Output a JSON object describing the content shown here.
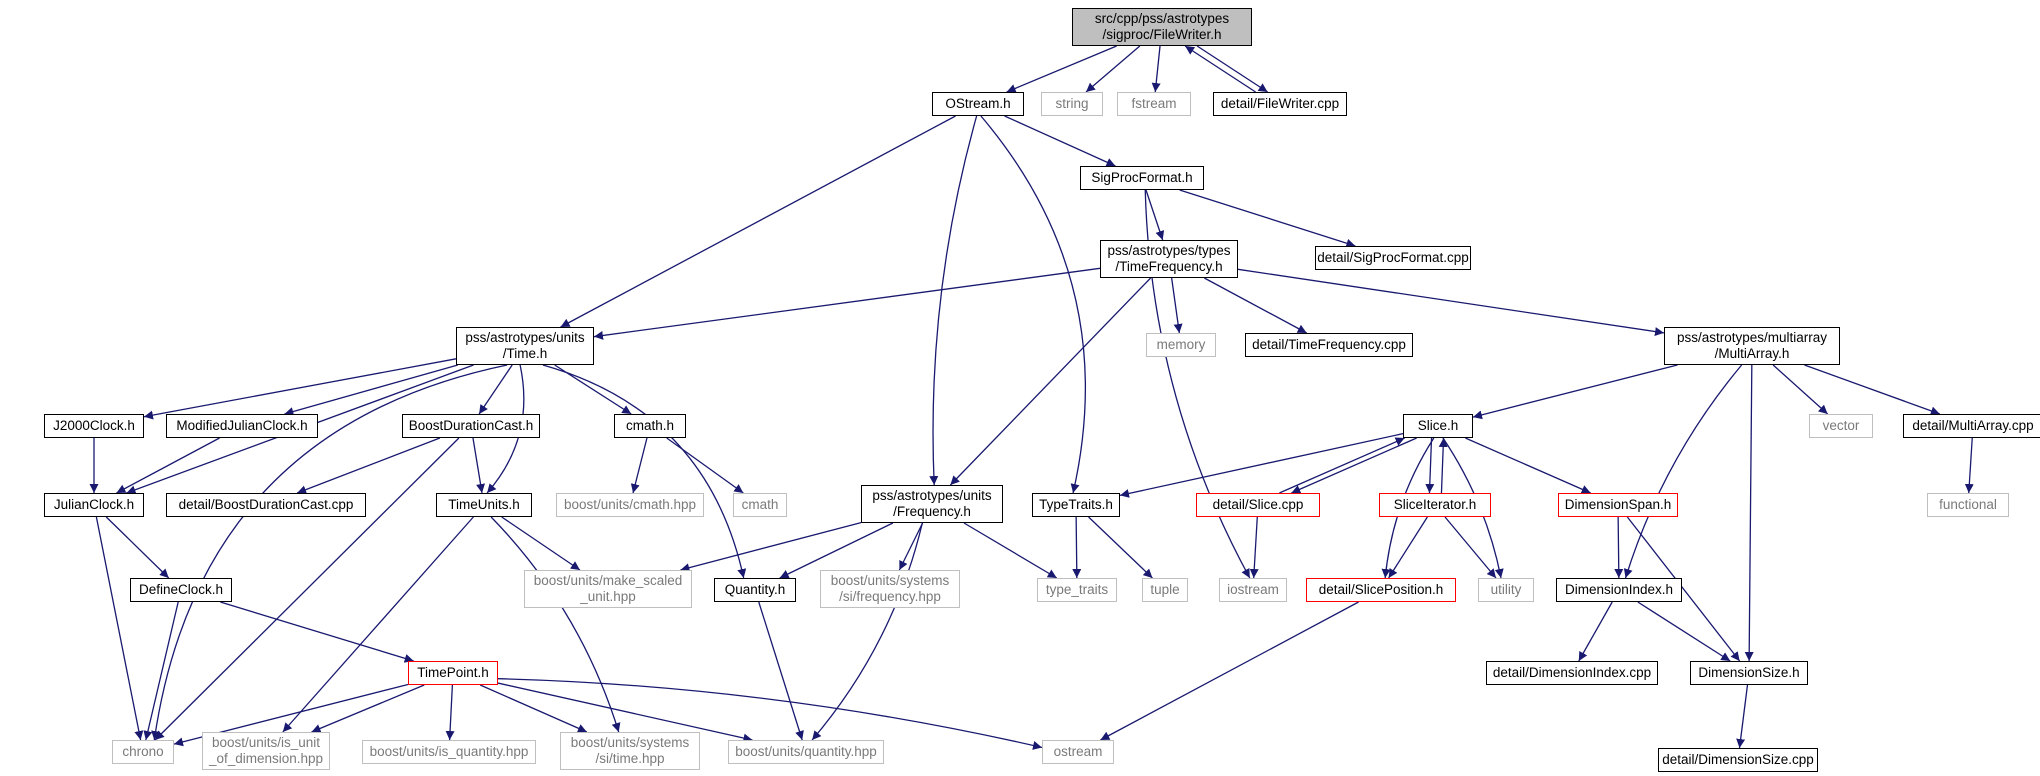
{
  "diagram": {
    "kind": "include-dependency-graph",
    "edge_color": "#191970",
    "node_style_colors": {
      "root_fill": "#bfbfbf",
      "documented_border": "#000000",
      "external_border": "#bfbfbf",
      "external_text": "#7a7a7a",
      "truncated_border": "#ff0000"
    },
    "nodes": [
      {
        "id": "filewriter_h",
        "label": "src/cpp/pss/astrotypes\n/sigproc/FileWriter.h",
        "style": "root"
      },
      {
        "id": "ostream_h",
        "label": "OStream.h",
        "style": "documented"
      },
      {
        "id": "string",
        "label": "string",
        "style": "external"
      },
      {
        "id": "fstream",
        "label": "fstream",
        "style": "external"
      },
      {
        "id": "filewriter_cpp",
        "label": "detail/FileWriter.cpp",
        "style": "documented"
      },
      {
        "id": "sigprocformat_h",
        "label": "SigProcFormat.h",
        "style": "documented"
      },
      {
        "id": "sigprocformat_cpp",
        "label": "detail/SigProcFormat.cpp",
        "style": "documented"
      },
      {
        "id": "timefrequency_h",
        "label": "pss/astrotypes/types\n/TimeFrequency.h",
        "style": "documented"
      },
      {
        "id": "time_h",
        "label": "pss/astrotypes/units\n/Time.h",
        "style": "documented"
      },
      {
        "id": "memory",
        "label": "memory",
        "style": "external"
      },
      {
        "id": "timefrequency_cpp",
        "label": "detail/TimeFrequency.cpp",
        "style": "documented"
      },
      {
        "id": "multiarray_h",
        "label": "pss/astrotypes/multiarray\n/MultiArray.h",
        "style": "documented"
      },
      {
        "id": "j2000clock_h",
        "label": "J2000Clock.h",
        "style": "documented"
      },
      {
        "id": "modjulianclock_h",
        "label": "ModifiedJulianClock.h",
        "style": "documented"
      },
      {
        "id": "boostdurationcast_h",
        "label": "BoostDurationCast.h",
        "style": "documented"
      },
      {
        "id": "cmath_h",
        "label": "cmath.h",
        "style": "documented"
      },
      {
        "id": "slice_h",
        "label": "Slice.h",
        "style": "documented"
      },
      {
        "id": "vector",
        "label": "vector",
        "style": "external"
      },
      {
        "id": "multiarray_cpp",
        "label": "detail/MultiArray.cpp",
        "style": "documented"
      },
      {
        "id": "julianclock_h",
        "label": "JulianClock.h",
        "style": "documented"
      },
      {
        "id": "boostdurationcast_cpp",
        "label": "detail/BoostDurationCast.cpp",
        "style": "documented"
      },
      {
        "id": "timeunits_h",
        "label": "TimeUnits.h",
        "style": "documented"
      },
      {
        "id": "boost_cmath_hpp",
        "label": "boost/units/cmath.hpp",
        "style": "external"
      },
      {
        "id": "cmath",
        "label": "cmath",
        "style": "external"
      },
      {
        "id": "frequency_h",
        "label": "pss/astrotypes/units\n/Frequency.h",
        "style": "documented"
      },
      {
        "id": "typetraits_h",
        "label": "TypeTraits.h",
        "style": "documented"
      },
      {
        "id": "slice_cpp",
        "label": "detail/Slice.cpp",
        "style": "truncated"
      },
      {
        "id": "sliceiterator_h",
        "label": "SliceIterator.h",
        "style": "truncated"
      },
      {
        "id": "dimensionspan_h",
        "label": "DimensionSpan.h",
        "style": "truncated"
      },
      {
        "id": "functional",
        "label": "functional",
        "style": "external"
      },
      {
        "id": "defineclock_h",
        "label": "DefineClock.h",
        "style": "documented"
      },
      {
        "id": "make_scaled_unit_hpp",
        "label": "boost/units/make_scaled\n_unit.hpp",
        "style": "external"
      },
      {
        "id": "quantity_h",
        "label": "Quantity.h",
        "style": "documented"
      },
      {
        "id": "si_frequency_hpp",
        "label": "boost/units/systems\n/si/frequency.hpp",
        "style": "external"
      },
      {
        "id": "type_traits",
        "label": "type_traits",
        "style": "external"
      },
      {
        "id": "tuple",
        "label": "tuple",
        "style": "external"
      },
      {
        "id": "iostream",
        "label": "iostream",
        "style": "external"
      },
      {
        "id": "sliceposition_h",
        "label": "detail/SlicePosition.h",
        "style": "truncated"
      },
      {
        "id": "utility",
        "label": "utility",
        "style": "external"
      },
      {
        "id": "dimensionindex_h",
        "label": "DimensionIndex.h",
        "style": "documented"
      },
      {
        "id": "timepoint_h",
        "label": "TimePoint.h",
        "style": "truncated"
      },
      {
        "id": "dimensionindex_cpp",
        "label": "detail/DimensionIndex.cpp",
        "style": "documented"
      },
      {
        "id": "dimensionsize_h",
        "label": "DimensionSize.h",
        "style": "documented"
      },
      {
        "id": "chrono",
        "label": "chrono",
        "style": "external"
      },
      {
        "id": "is_unit_of_dimension_hpp",
        "label": "boost/units/is_unit\n_of_dimension.hpp",
        "style": "external"
      },
      {
        "id": "is_quantity_hpp",
        "label": "boost/units/is_quantity.hpp",
        "style": "external"
      },
      {
        "id": "si_time_hpp",
        "label": "boost/units/systems\n/si/time.hpp",
        "style": "external"
      },
      {
        "id": "quantity_hpp",
        "label": "boost/units/quantity.hpp",
        "style": "external"
      },
      {
        "id": "ostream",
        "label": "ostream",
        "style": "external"
      },
      {
        "id": "dimensionsize_cpp",
        "label": "detail/DimensionSize.cpp",
        "style": "documented"
      }
    ]
  }
}
